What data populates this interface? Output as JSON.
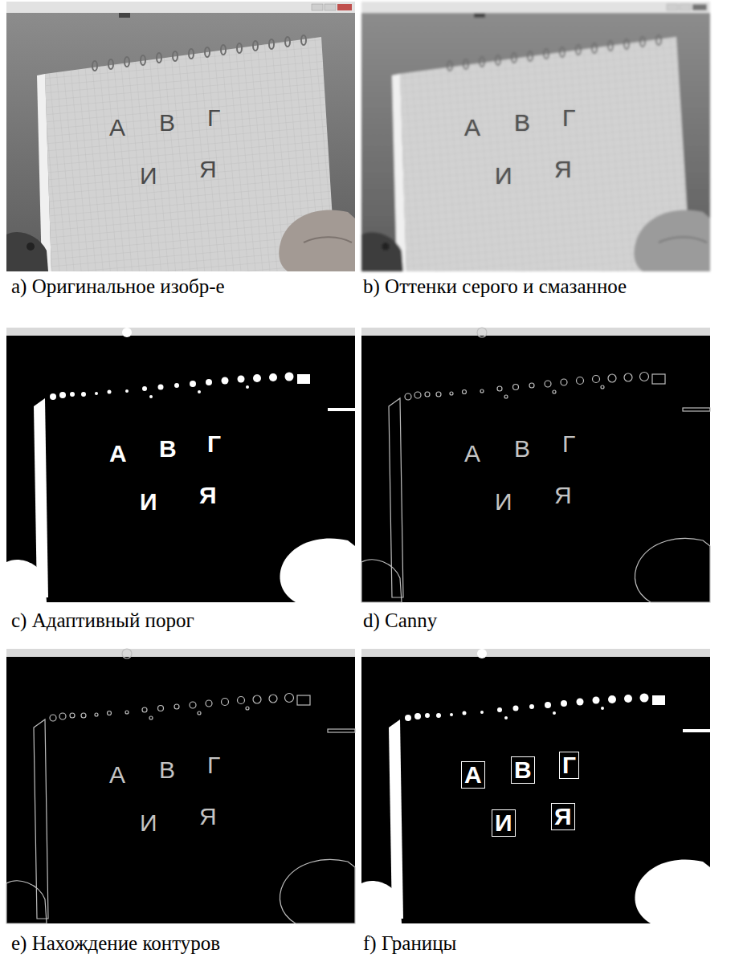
{
  "diagram": {
    "labels": [
      "А",
      "В",
      "Г",
      "И",
      "Я",
      "А",
      "В",
      "Г",
      "И",
      "Я",
      "a) Оригинальное изобр-е",
      "b) Оттенки серого и смазанное",
      "А",
      "В",
      "Г",
      "И",
      "Я",
      "А",
      "В",
      "Г",
      "И",
      "Я",
      "c) Адаптивный порог",
      "d) Canny",
      "А",
      "В",
      "Г",
      "И",
      "Я",
      "А",
      "В",
      "Г",
      "И",
      "Я",
      "e) Нахождение контуров",
      "f) Границы"
    ]
  }
}
